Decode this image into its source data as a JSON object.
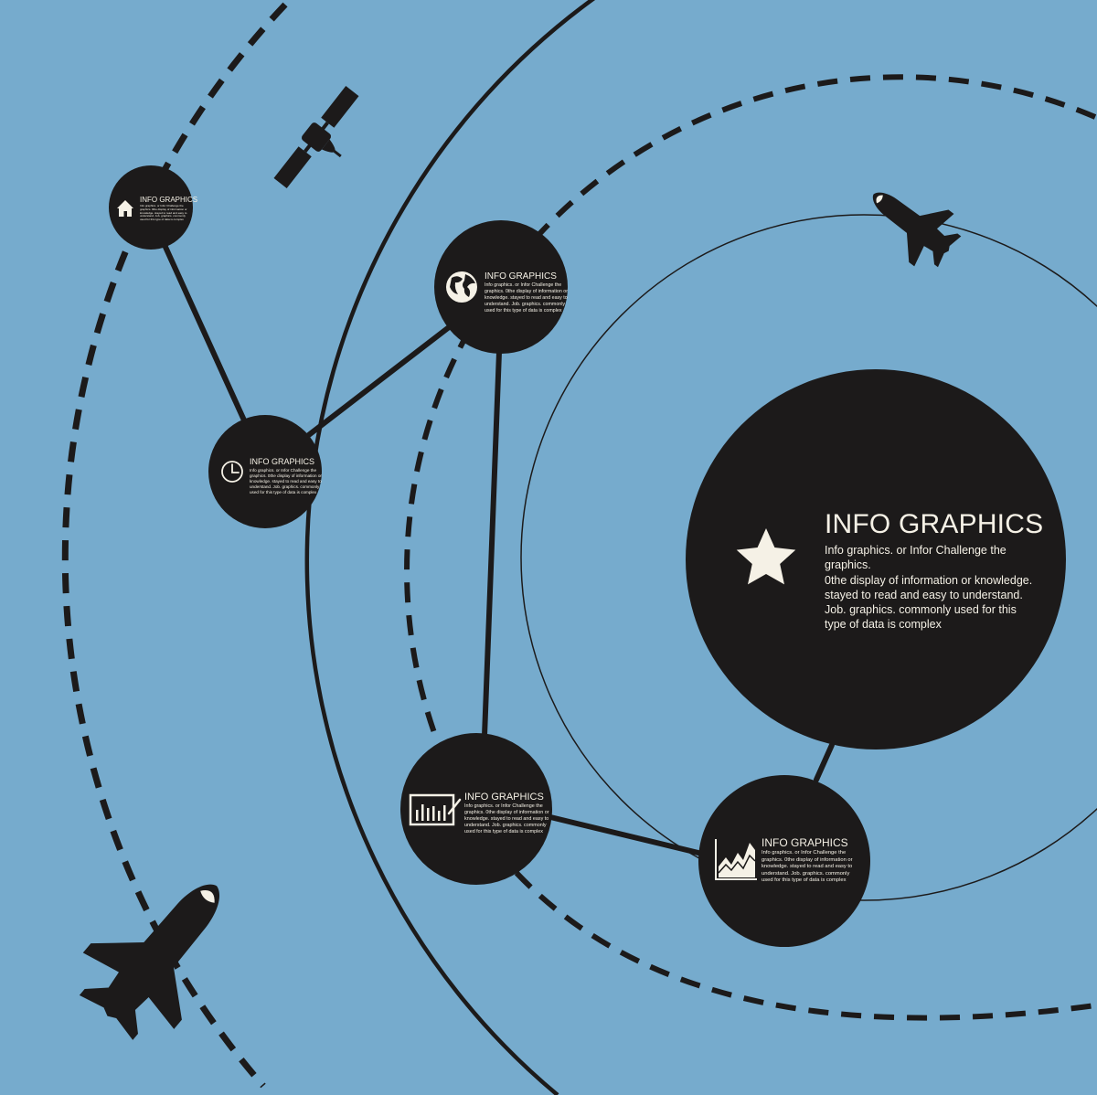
{
  "colors": {
    "background": "#76abcd",
    "dark": "#1c1a1a",
    "text": "#f5f1e6"
  },
  "nodes": {
    "main": {
      "title": "INFO GRAPHICS",
      "lines": [
        "Info graphics. or Infor Challenge the graphics.",
        "0the display of information or knowledge.",
        "stayed to read and easy to understand.",
        "Job. graphics. commonly used for this",
        "type of data is complex"
      ],
      "icon": "star-icon"
    },
    "home": {
      "title": "INFO GRAPHICS",
      "body": "Info graphics. or Infor Challenge the graphics. 0the display of information or knowledge. stayed to read and easy to understand. Job. graphics. commonly used for this type of data is complex",
      "icon": "home-icon"
    },
    "globe": {
      "title": "INFO GRAPHICS",
      "body": "Info graphics. or Infor Challenge the graphics. 0the display of information or knowledge. stayed to read and easy to understand. Job. graphics. commonly used for this type of data is complex",
      "icon": "globe-icon"
    },
    "clock": {
      "title": "INFO GRAPHICS",
      "body": "Info graphics. or Infor Challenge the graphics. 0the display of information or knowledge. stayed to read and easy to understand. Job. graphics. commonly used for this type of data is complex",
      "icon": "clock-icon"
    },
    "chart": {
      "title": "INFO GRAPHICS",
      "body": "Info graphics. or Infor Challenge the graphics. 0the display of information or knowledge. stayed to read and easy to understand. Job. graphics. commonly used for this type of data is complex",
      "icon": "bar-chart-board-icon"
    },
    "area": {
      "title": "INFO GRAPHICS",
      "body": "Info graphics. or Infor Challenge the graphics. 0the display of information or knowledge. stayed to read and easy to understand. Job. graphics. commonly used for this type of data is complex",
      "icon": "area-chart-icon"
    }
  },
  "decorations": {
    "satellite": "satellite-icon",
    "shuttle_right": "space-shuttle-icon",
    "shuttle_left": "space-shuttle-icon"
  }
}
